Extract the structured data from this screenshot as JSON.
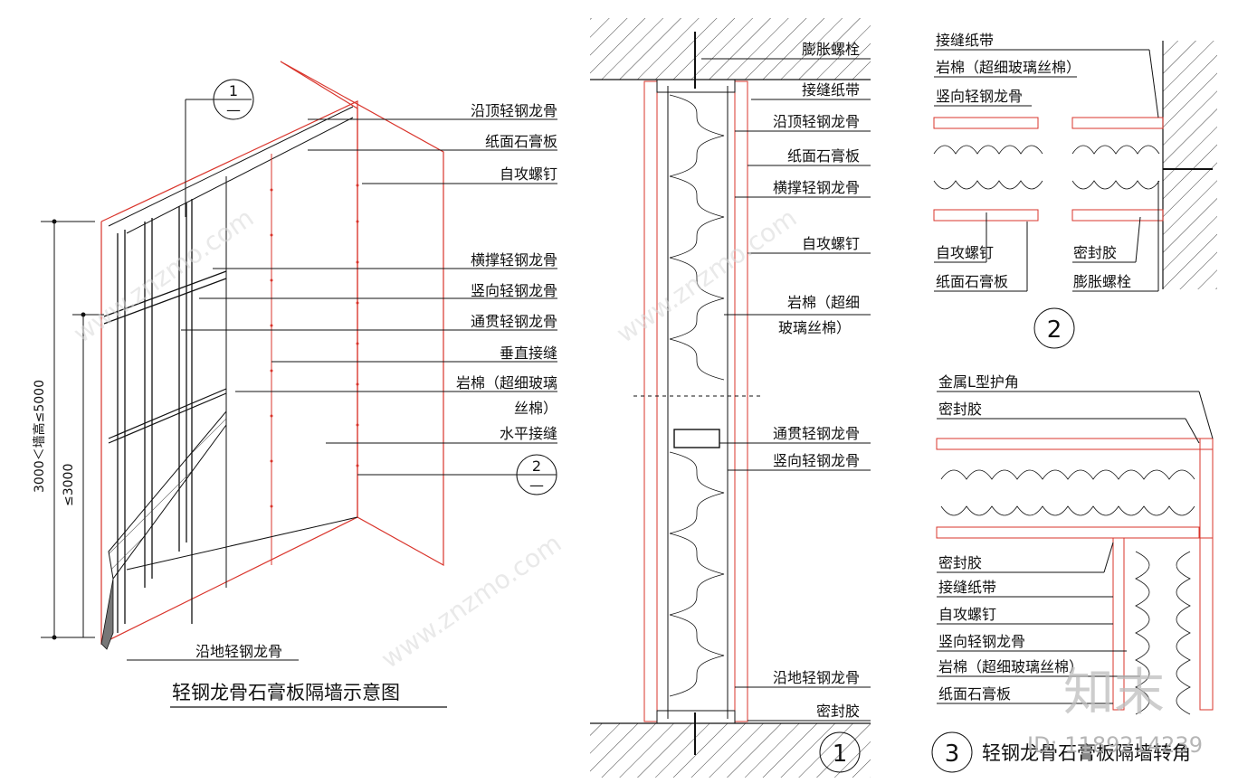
{
  "iso": {
    "title": "轻钢龙骨石膏板隔墙示意图",
    "callout1_top": "1",
    "callout1_bottom": "—",
    "callout2_top": "2",
    "callout2_bottom": "—",
    "dim_total": "3000＜墙高≤5000",
    "dim_part": "≤3000",
    "labels": [
      "沿顶轻钢龙骨",
      "纸面石膏板",
      "自攻螺钉",
      "横撑轻钢龙骨",
      "竖向轻钢龙骨",
      "通贯轻钢龙骨",
      "垂直接缝",
      "岩棉（超细玻璃",
      "丝棉）",
      "水平接缝"
    ],
    "bottom_label": "沿地轻钢龙骨"
  },
  "section1": {
    "number": "1",
    "labels": [
      "膨胀螺栓",
      "接缝纸带",
      "沿顶轻钢龙骨",
      "纸面石膏板",
      "横撑轻钢龙骨",
      "自攻螺钉",
      "岩棉（超细",
      "玻璃丝棉）",
      "通贯轻钢龙骨",
      "竖向轻钢龙骨",
      "沿地轻钢龙骨",
      "密封胶"
    ]
  },
  "detail2": {
    "number": "2",
    "labels_top": [
      "接缝纸带",
      "岩棉（超细玻璃丝棉）",
      "竖向轻钢龙骨"
    ],
    "labels_bottom": [
      "自攻螺钉",
      "纸面石膏板",
      "密封胶",
      "膨胀螺栓"
    ]
  },
  "detail3": {
    "number": "3",
    "title": "轻钢龙骨石膏板隔墙转角",
    "labels_top": [
      "金属L型护角",
      "密封胶"
    ],
    "labels_bottom": [
      "密封胶",
      "接缝纸带",
      "自攻螺钉",
      "竖向轻钢龙骨",
      "岩棉（超细玻璃丝棉）",
      "纸面石膏板"
    ]
  },
  "watermark": {
    "brand": "知末",
    "id": "ID: 1189214239",
    "site": "www.znzmo.com"
  },
  "colors": {
    "accent_red": "#d9342b",
    "line": "#111111"
  }
}
